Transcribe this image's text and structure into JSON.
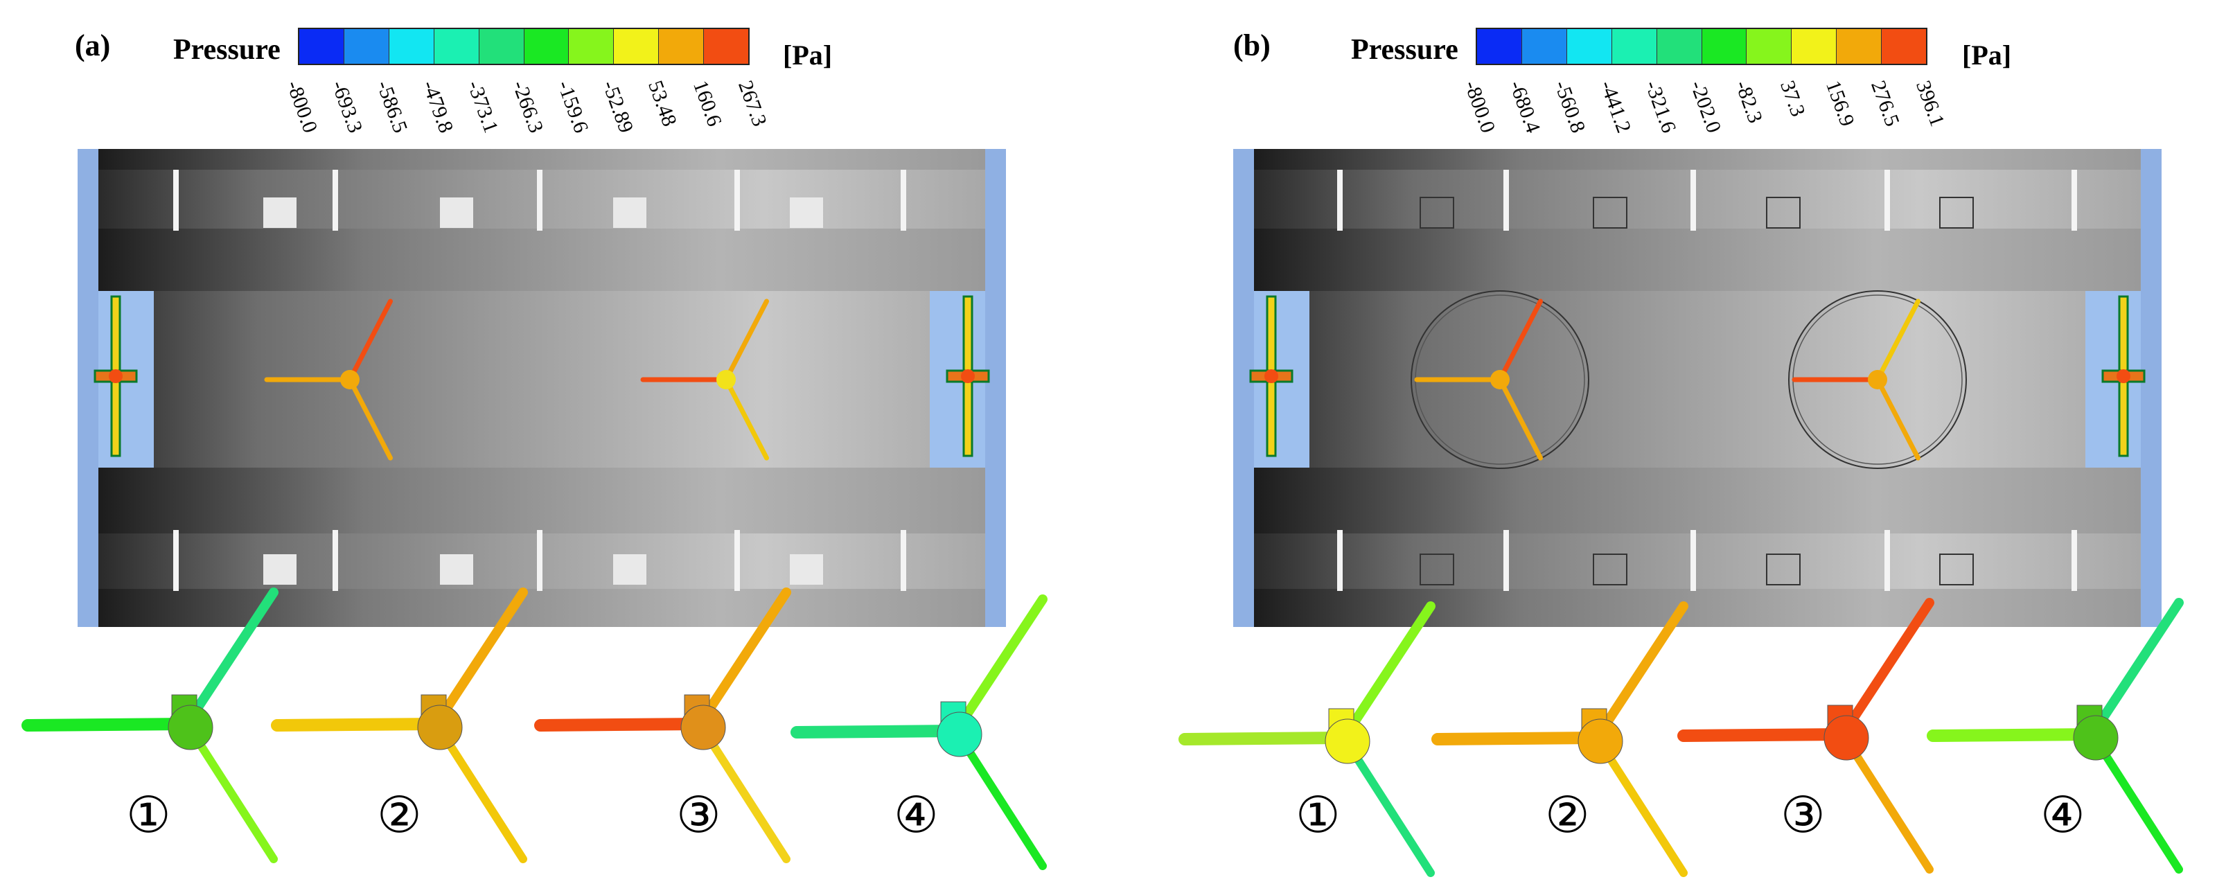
{
  "figure": {
    "panels": [
      {
        "id": "a",
        "label": "(a)",
        "legend": {
          "title": "Pressure",
          "unit": "[Pa]",
          "ticks": [
            "-800.0",
            "-693.3",
            "-586.5",
            "-479.8",
            "-373.1",
            "-266.3",
            "-159.6",
            "-52.89",
            "53.48",
            "160.6",
            "267.3"
          ]
        },
        "impeller_labels": [
          "①",
          "②",
          "③",
          "④"
        ]
      },
      {
        "id": "b",
        "label": "(b)",
        "legend": {
          "title": "Pressure",
          "unit": "[Pa]",
          "ticks": [
            "-800.0",
            "-680.4",
            "-560.8",
            "-441.2",
            "-321.6",
            "-202.0",
            "-82.3",
            "37.3",
            "156.9",
            "276.5",
            "396.1"
          ]
        },
        "impeller_labels": [
          "①",
          "②",
          "③",
          "④"
        ]
      }
    ],
    "colormap": [
      "#0a2bf5",
      "#1a8bf0",
      "#12e6f2",
      "#1bf0b2",
      "#22e07a",
      "#1ae823",
      "#86f51c",
      "#f2f21a",
      "#f2a90a",
      "#f24d12"
    ]
  }
}
